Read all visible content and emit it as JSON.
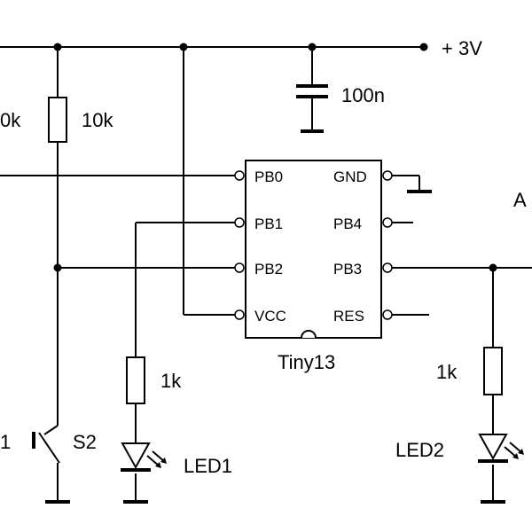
{
  "supply": {
    "label": "+ 3V"
  },
  "capacitor": {
    "value": "100n"
  },
  "resistors": {
    "r_left_clipped": "0k",
    "r_pullup": "10k",
    "r_led1": "1k",
    "r_led2": "1k"
  },
  "switch": {
    "label": "S2",
    "clipped_label": "1"
  },
  "leds": {
    "led1": "LED1",
    "led2": "LED2"
  },
  "ic": {
    "name": "Tiny13",
    "pins_left": [
      "PB0",
      "PB1",
      "PB2",
      "VCC"
    ],
    "pins_right": [
      "GND",
      "PB4",
      "PB3",
      "RES"
    ]
  },
  "edge_label": "A"
}
